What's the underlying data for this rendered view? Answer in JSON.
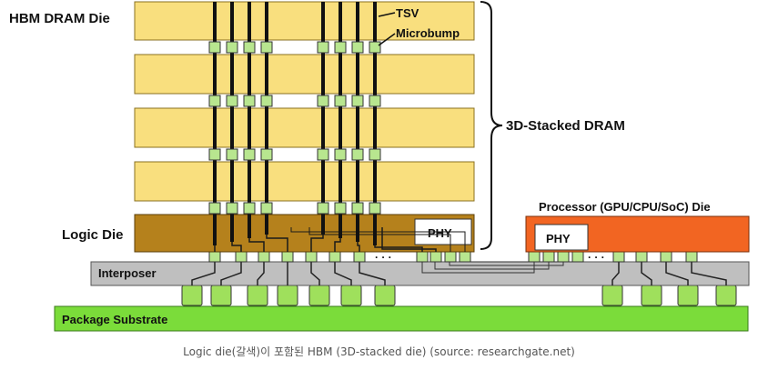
{
  "labels": {
    "hbm_dram_die": "HBM DRAM Die",
    "tsv": "TSV",
    "microbump": "Microbump",
    "stacked_dram": "3D-Stacked DRAM",
    "logic_die": "Logic Die",
    "phy": "PHY",
    "processor": "Processor (GPU/CPU/SoC) Die",
    "interposer": "Interposer",
    "package_substrate": "Package Substrate",
    "dots": "· · ·"
  },
  "caption": "Logic die(갈색)이 포함된 HBM (3D-stacked die) (source: researchgate.net)",
  "colors": {
    "dram_die": "#f9df7e",
    "logic_die": "#b5811c",
    "processor_die": "#f26522",
    "interposer": "#bfbfbf",
    "substrate": "#7bdc3a",
    "microbump": "#b8e68f",
    "bump": "#9fe05c",
    "tsv": "#111111"
  },
  "counts": {
    "dram_dies": 4,
    "tsv_columns": 8
  }
}
